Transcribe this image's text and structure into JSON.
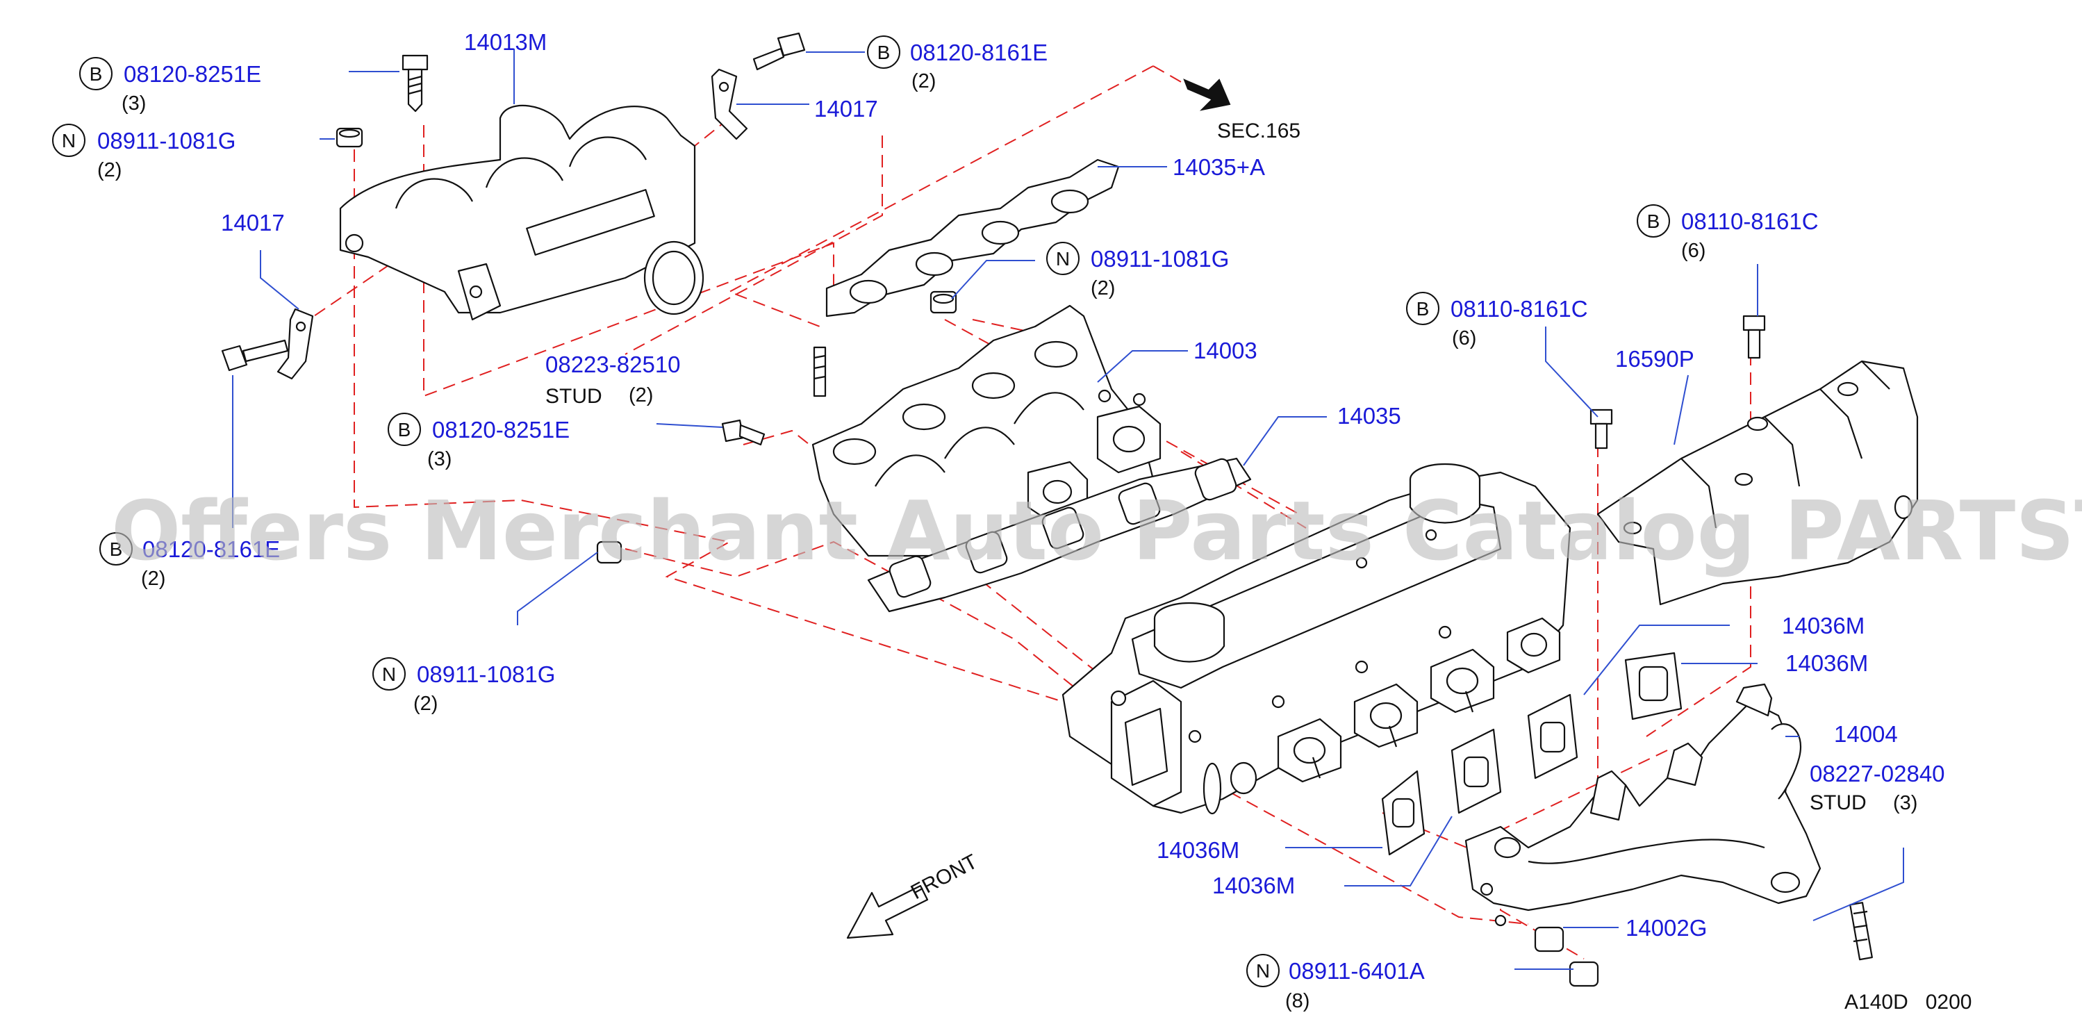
{
  "diagram": {
    "callouts": [
      {
        "id": "c1",
        "prefix": "B",
        "part": "08120-8251E",
        "qty": "(3)"
      },
      {
        "id": "c2",
        "prefix": "N",
        "part": "08911-1081G",
        "qty": "(2)"
      },
      {
        "id": "c3",
        "prefix": "",
        "part": "14013M",
        "qty": ""
      },
      {
        "id": "c4",
        "prefix": "B",
        "part": "08120-8161E",
        "qty": "(2)"
      },
      {
        "id": "c5",
        "prefix": "",
        "part": "14017",
        "qty": ""
      },
      {
        "id": "c6",
        "prefix": "",
        "part": "14017",
        "qty": ""
      },
      {
        "id": "c7",
        "prefix": "",
        "part": "14035+A",
        "qty": ""
      },
      {
        "id": "c8",
        "prefix": "N",
        "part": "08911-1081G",
        "qty": "(2)"
      },
      {
        "id": "c9",
        "prefix": "",
        "part": "14003",
        "qty": ""
      },
      {
        "id": "c10",
        "prefix": "",
        "part": "08223-82510",
        "qty": "(2)",
        "sub": "STUD"
      },
      {
        "id": "c11",
        "prefix": "B",
        "part": "08120-8251E",
        "qty": "(3)"
      },
      {
        "id": "c12",
        "prefix": "",
        "part": "14035",
        "qty": ""
      },
      {
        "id": "c13",
        "prefix": "B",
        "part": "08120-8161E",
        "qty": "(2)"
      },
      {
        "id": "c14",
        "prefix": "N",
        "part": "08911-1081G",
        "qty": "(2)"
      },
      {
        "id": "c15",
        "prefix": "B",
        "part": "08110-8161C",
        "qty": "(6)"
      },
      {
        "id": "c16",
        "prefix": "B",
        "part": "08110-8161C",
        "qty": "(6)"
      },
      {
        "id": "c17",
        "prefix": "",
        "part": "16590P",
        "qty": ""
      },
      {
        "id": "c18",
        "prefix": "",
        "part": "14036M",
        "qty": ""
      },
      {
        "id": "c19",
        "prefix": "",
        "part": "14036M",
        "qty": ""
      },
      {
        "id": "c20",
        "prefix": "",
        "part": "14004",
        "qty": ""
      },
      {
        "id": "c21",
        "prefix": "",
        "part": "08227-02840",
        "qty": "(3)",
        "sub": "STUD"
      },
      {
        "id": "c22",
        "prefix": "",
        "part": "14036M",
        "qty": ""
      },
      {
        "id": "c23",
        "prefix": "",
        "part": "14036M",
        "qty": ""
      },
      {
        "id": "c24",
        "prefix": "",
        "part": "14002G",
        "qty": ""
      },
      {
        "id": "c25",
        "prefix": "N",
        "part": "08911-6401A",
        "qty": "(8)"
      }
    ],
    "section_ref": "SEC.165",
    "front_label": "FRONT",
    "drawing_code": "A140D   0200",
    "watermark": "Offers Merchant Auto Parts Catalog PARTSTORE.SA"
  },
  "colors": {
    "part_number": "#1a1ad8",
    "leader_line": "#2f4fd0",
    "dashed_alignment": "#e02020",
    "outline": "#111111"
  }
}
